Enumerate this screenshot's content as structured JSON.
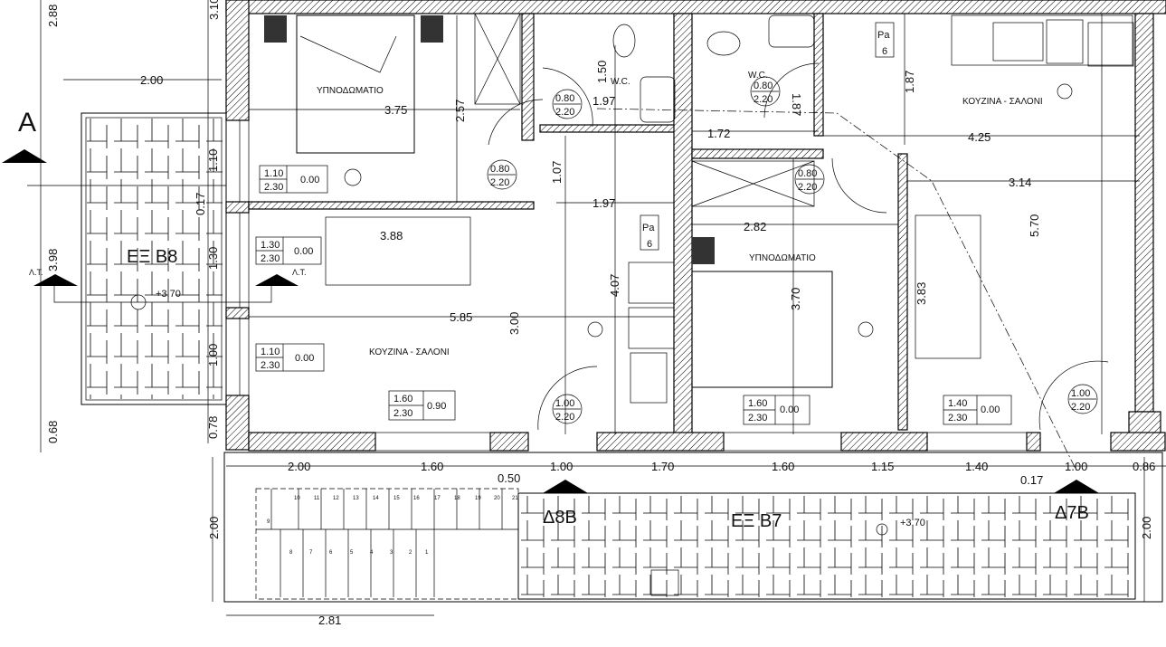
{
  "rooms": {
    "bedroom_1": "ΥΠΝΟΔΩΜΑΤΙΟ",
    "bedroom_2": "ΥΠΝΟΔΩΜΑΤΙΟ",
    "kitchen_living_1": "ΚΟΥΖΙΝΑ - ΣΑΛΟΝΙ",
    "kitchen_living_2": "ΚΟΥΖΙΝΑ - ΣΑΛΟΝΙ",
    "wc_1": "W.C.",
    "wc_2": "W.C.",
    "balcony_b8": "ΕΞ Β8",
    "balcony_b7": "ΕΞ Β7"
  },
  "section_markers": {
    "a": "A",
    "d8b": "Δ8Β",
    "d7b": "Δ7Β",
    "lt_1": "Λ.Τ.",
    "lt_2": "Λ.Τ."
  },
  "levels": {
    "b8": "+3.70",
    "b7": "+3.70"
  },
  "extinguishers": [
    {
      "top": "Pa",
      "bottom": "6"
    },
    {
      "top": "Pa",
      "bottom": "6"
    }
  ],
  "doors": [
    {
      "w": "0.80",
      "h": "2.20"
    },
    {
      "w": "0.80",
      "h": "2.20"
    },
    {
      "w": "0.80",
      "h": "2.20"
    },
    {
      "w": "0.80",
      "h": "2.20"
    },
    {
      "w": "1.00",
      "h": "2.20"
    },
    {
      "w": "1.00",
      "h": "2.20"
    }
  ],
  "windows": [
    {
      "w": "1.10",
      "h": "2.30",
      "sill": "0.00"
    },
    {
      "w": "1.30",
      "h": "2.30",
      "sill": "0.00"
    },
    {
      "w": "1.10",
      "h": "2.30",
      "sill": "0.00"
    },
    {
      "w": "1.60",
      "h": "2.30",
      "sill": "0.90"
    },
    {
      "w": "1.60",
      "h": "2.30",
      "sill": "0.00"
    },
    {
      "w": "1.40",
      "h": "2.30",
      "sill": "0.00"
    }
  ],
  "dimensions": {
    "d_2_88": "2.88",
    "d_3_10": "3.10",
    "d_2_00_top": "2.00",
    "d_3_75": "3.75",
    "d_2_57": "2.57",
    "d_1_10": "1.10",
    "d_0_17": "0.17",
    "d_1_30": "1.30",
    "d_3_98": "3.98",
    "d_1_00_left": "1.00",
    "d_0_68": "0.68",
    "d_0_78": "0.78",
    "d_3_88": "3.88",
    "d_5_85": "5.85",
    "d_3_00": "3.00",
    "d_1_50": "1.50",
    "d_1_97_a": "1.97",
    "d_1_07": "1.07",
    "d_1_97_b": "1.97",
    "d_4_07": "4.07",
    "d_1_87_a": "1.87",
    "d_1_87_b": "1.87",
    "d_1_72": "1.72",
    "d_4_25": "4.25",
    "d_3_14": "3.14",
    "d_2_82": "2.82",
    "d_3_70": "3.70",
    "d_3_83": "3.83",
    "d_5_70": "5.70",
    "b_2_00": "2.00",
    "b_1_60_a": "1.60",
    "b_0_50": "0.50",
    "b_1_00_a": "1.00",
    "b_1_70": "1.70",
    "b_1_60_b": "1.60",
    "b_1_15": "1.15",
    "b_1_40": "1.40",
    "b_0_17": "0.17",
    "b_1_00_b": "1.00",
    "b_0_86": "0.86",
    "b_2_00_left": "2.00",
    "b_2_00_right": "2.00",
    "b_2_81": "2.81"
  },
  "stairs": {
    "upper": [
      "10",
      "11",
      "12",
      "13",
      "14",
      "15",
      "16",
      "17",
      "18",
      "19",
      "20",
      "21"
    ],
    "lower": [
      "8",
      "7",
      "6",
      "5",
      "4",
      "3",
      "2",
      "1"
    ],
    "landing": "9"
  }
}
